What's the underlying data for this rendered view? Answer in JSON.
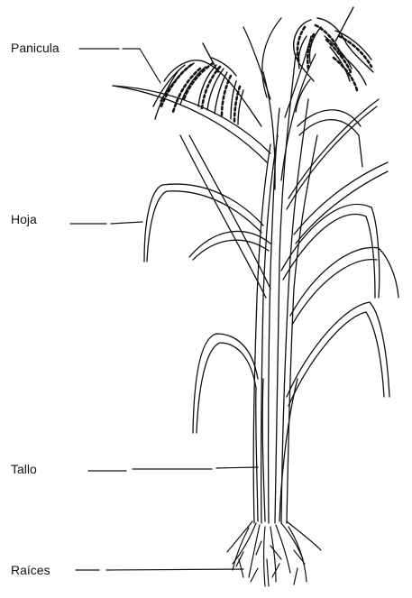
{
  "labels": {
    "panicula": "Panicula",
    "hoja": "Hoja",
    "tallo": "Tallo",
    "raices": "Raíces"
  },
  "colors": {
    "ink": "#111111",
    "background": "#ffffff"
  }
}
